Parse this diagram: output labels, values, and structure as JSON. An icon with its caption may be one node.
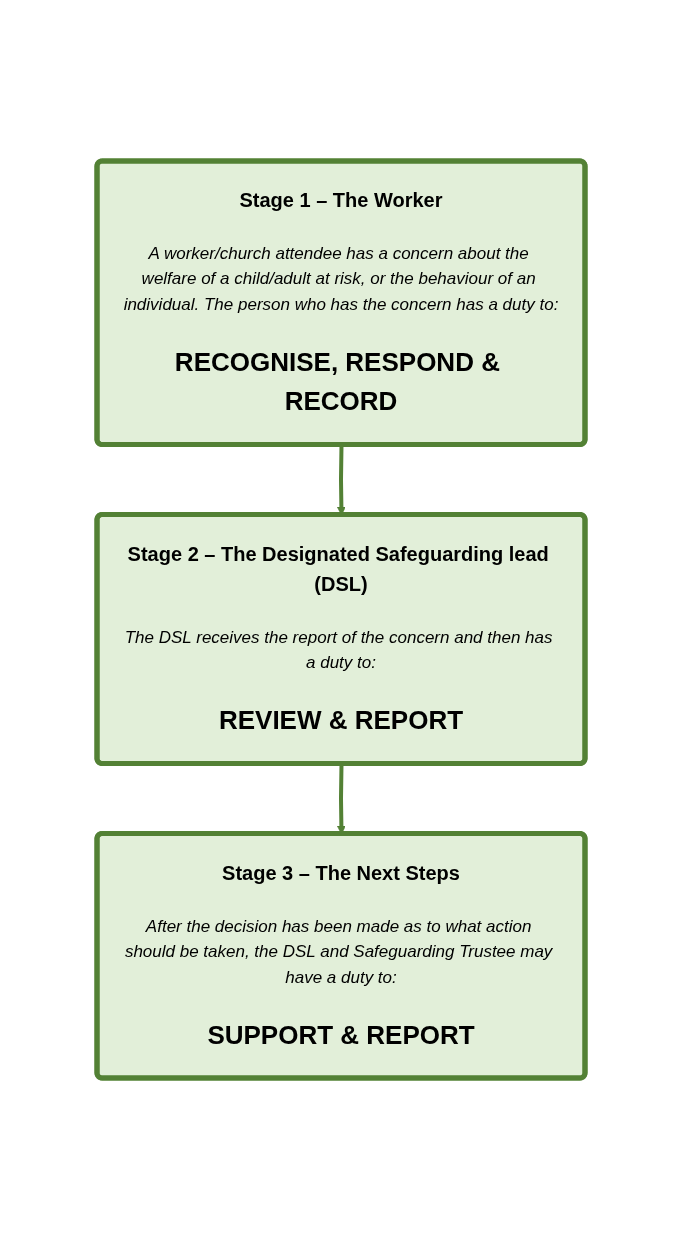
{
  "diagram": {
    "nodes": [
      {
        "text": [
          "Stage 1 – The Worker",
          "A worker/church attendee has a concern about the welfare of a child/adult at risk, or the behaviour of an individual. The person who has the concern has a duty to:",
          "RECOGNISE, RESPOND & RECORD"
        ]
      },
      {
        "text": [
          "Stage 2 – The Designated Safeguarding lead (DSL)",
          "The DSL receives the report of the concern and then has a duty to:",
          "REVIEW & REPORT"
        ]
      },
      {
        "text": [
          "Stage 3 – The Next Steps",
          "After the decision has been made as to what action should be taken, the DSL and Safeguarding Trustee may have a duty to:",
          "SUPPORT & REPORT"
        ]
      }
    ],
    "edges": [
      {
        "from": 0,
        "to": 1,
        "arrow": "to"
      },
      {
        "from": 1,
        "to": 2,
        "arrow": "to"
      }
    ]
  }
}
